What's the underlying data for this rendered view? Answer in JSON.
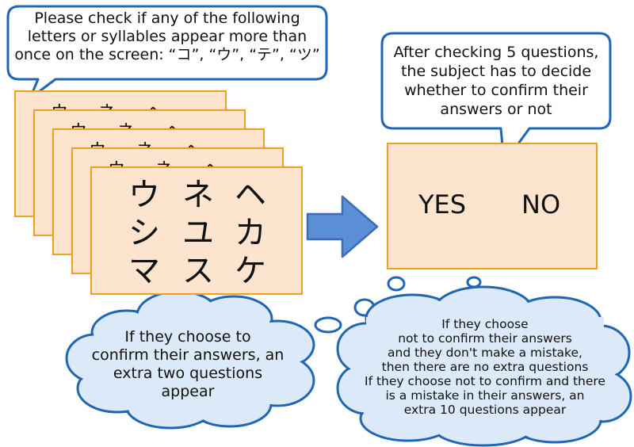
{
  "top_bubble": {
    "text_lines": [
      "Please check if any of the following",
      "letters or syllables appear more than",
      "once on the screen: “コ”, “ウ”, “テ”, “ツ”"
    ]
  },
  "right_bubble": {
    "text_lines": [
      "After checking 5 questions,",
      "the subject has to decide",
      "whether to confirm their",
      "answers or not"
    ]
  },
  "card_grid": [
    [
      "ウ",
      "ネ",
      "ヘ"
    ],
    [
      "シ",
      "ユ",
      "カ"
    ],
    [
      "マ",
      "ス",
      "ケ"
    ]
  ],
  "decision_box": {
    "yes_label": "YES",
    "no_label": "NO"
  },
  "left_cloud": {
    "text_lines": [
      "If they choose to",
      "confirm their answers, an",
      "extra two questions",
      "appear"
    ]
  },
  "right_cloud": {
    "text_lines": [
      "If they choose",
      "not to confirm their answers",
      "and they don't make a mistake,",
      "then there are no extra questions",
      "If they choose not to confirm and there",
      "is a mistake in their answers, an",
      "extra 10 questions appear"
    ]
  },
  "colors": {
    "bubble_border": "#1f66b3",
    "cloud_fill": "#dbe9f8",
    "card_fill": "#fde4cf",
    "card_border": "#f0a020",
    "arrow_fill": "#5b8fd6"
  }
}
